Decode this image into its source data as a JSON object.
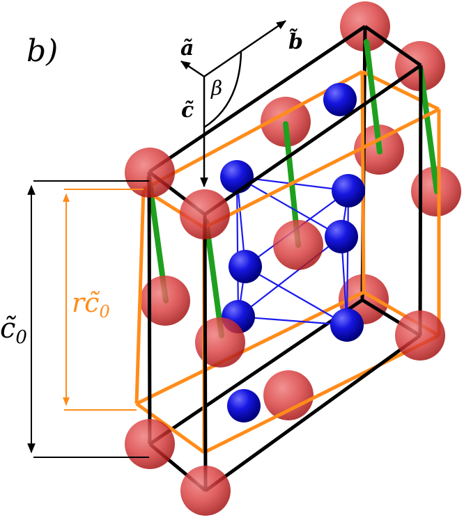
{
  "panel_label": "b)",
  "axes": {
    "a_label": "ã",
    "b_label": "b̃",
    "c_label": "c̃",
    "angle_label": "β"
  },
  "dimensions": {
    "outer_label": "c̃",
    "outer_sub": "0",
    "inner_prefix": "r",
    "inner_label": "c̃",
    "inner_sub": "0"
  },
  "colors": {
    "outer_cell": "#000000",
    "inner_cell": "#ff8c1a",
    "red_atom": "#d92424",
    "blue_atom": "#1010d0",
    "bond": "#1ea01e",
    "cluster_edge": "#1a1aee"
  }
}
